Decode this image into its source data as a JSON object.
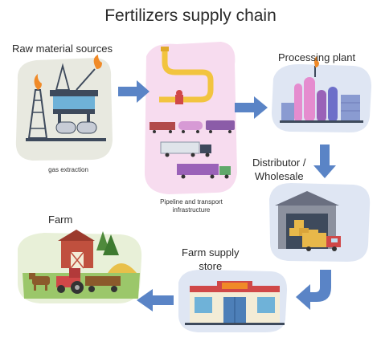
{
  "title": "Fertilizers supply chain",
  "nodes": {
    "raw": {
      "label": "Raw material sources",
      "caption": "gas extraction"
    },
    "pipeline": {
      "caption_line1": "Pipeline and transport",
      "caption_line2": "infrastructure"
    },
    "processing": {
      "label": "Processing plant"
    },
    "distributor": {
      "label_line1": "Distributor /",
      "label_line2": "Wholesale"
    },
    "store": {
      "label_line1": "Farm supply",
      "label_line2": "store"
    },
    "farm": {
      "label": "Farm"
    }
  },
  "colors": {
    "arrow": "#5a84c6",
    "blob": "#dfe6f3",
    "pink_blob": "#f7dcef",
    "pipe": "#f2c43f"
  }
}
